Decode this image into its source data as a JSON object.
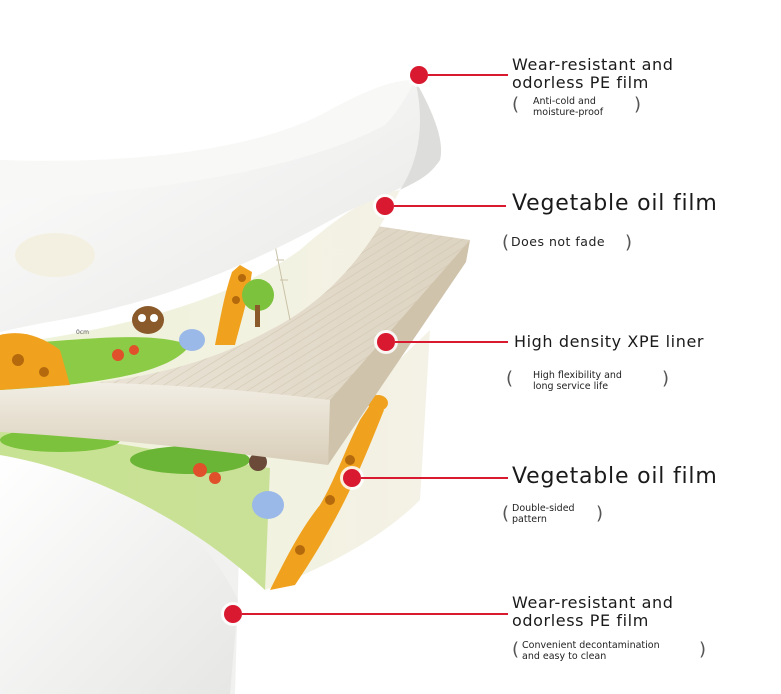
{
  "colors": {
    "accent": "#d8192f",
    "foam": "#e9e2d4",
    "film": "#f4f4f2",
    "print_green": "#7cc23c"
  },
  "callouts": [
    {
      "title": "Wear-resistant and\nodorless PE film",
      "detail": "Anti-cold and\nmoisture-proof"
    },
    {
      "title": "Vegetable oil film",
      "detail": "Does not fade"
    },
    {
      "title": "High density XPE liner",
      "detail": "High flexibility and\nlong service life"
    },
    {
      "title": "Vegetable oil film",
      "detail": "Double-sided\npattern"
    },
    {
      "title": "Wear-resistant and\nodorless PE film",
      "detail": "Convenient decontamination\nand easy to clean"
    }
  ],
  "artwork": {
    "ruler_mark": "0cm"
  }
}
